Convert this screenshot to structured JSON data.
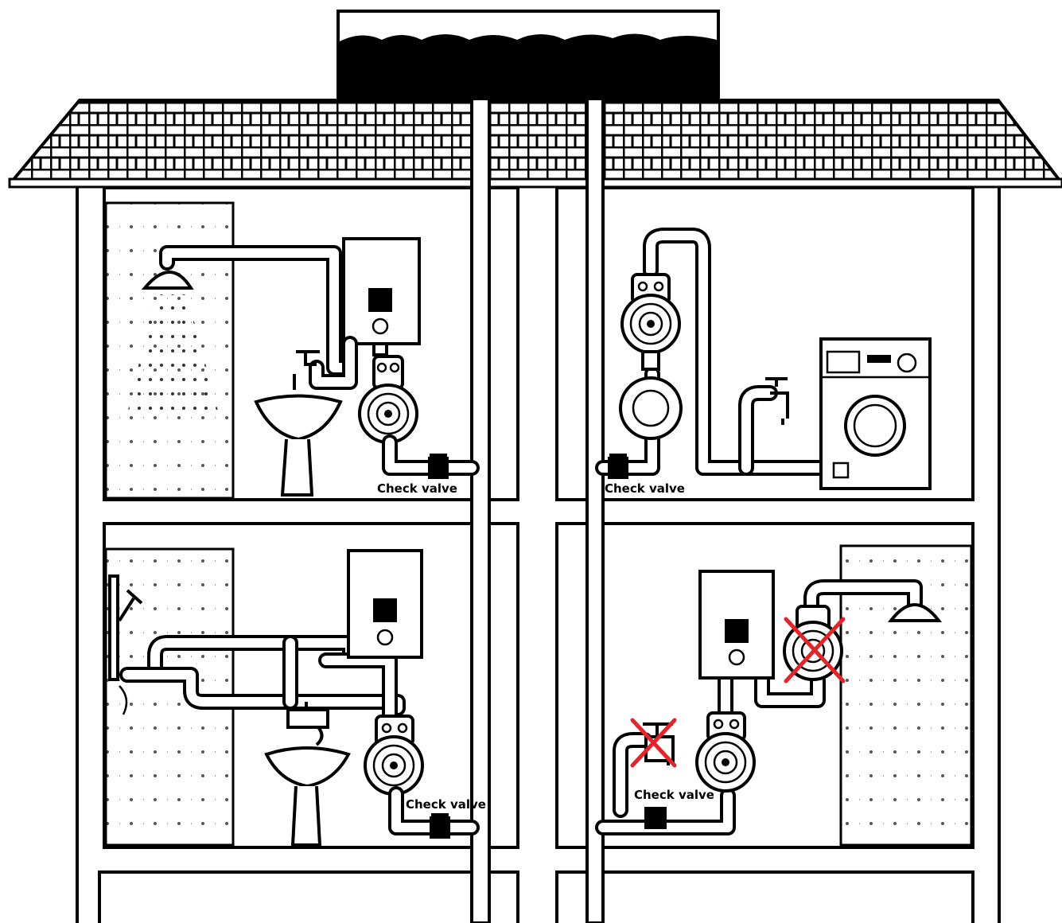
{
  "labels": {
    "check_valve_upper_left": "Check valve",
    "check_valve_upper_right": "Check valve",
    "check_valve_lower_left": "Check valve",
    "check_valve_lower_right": "Check valve"
  },
  "colors": {
    "line": "#000000",
    "background": "#ffffff",
    "cross_mark": "#e0262b"
  }
}
